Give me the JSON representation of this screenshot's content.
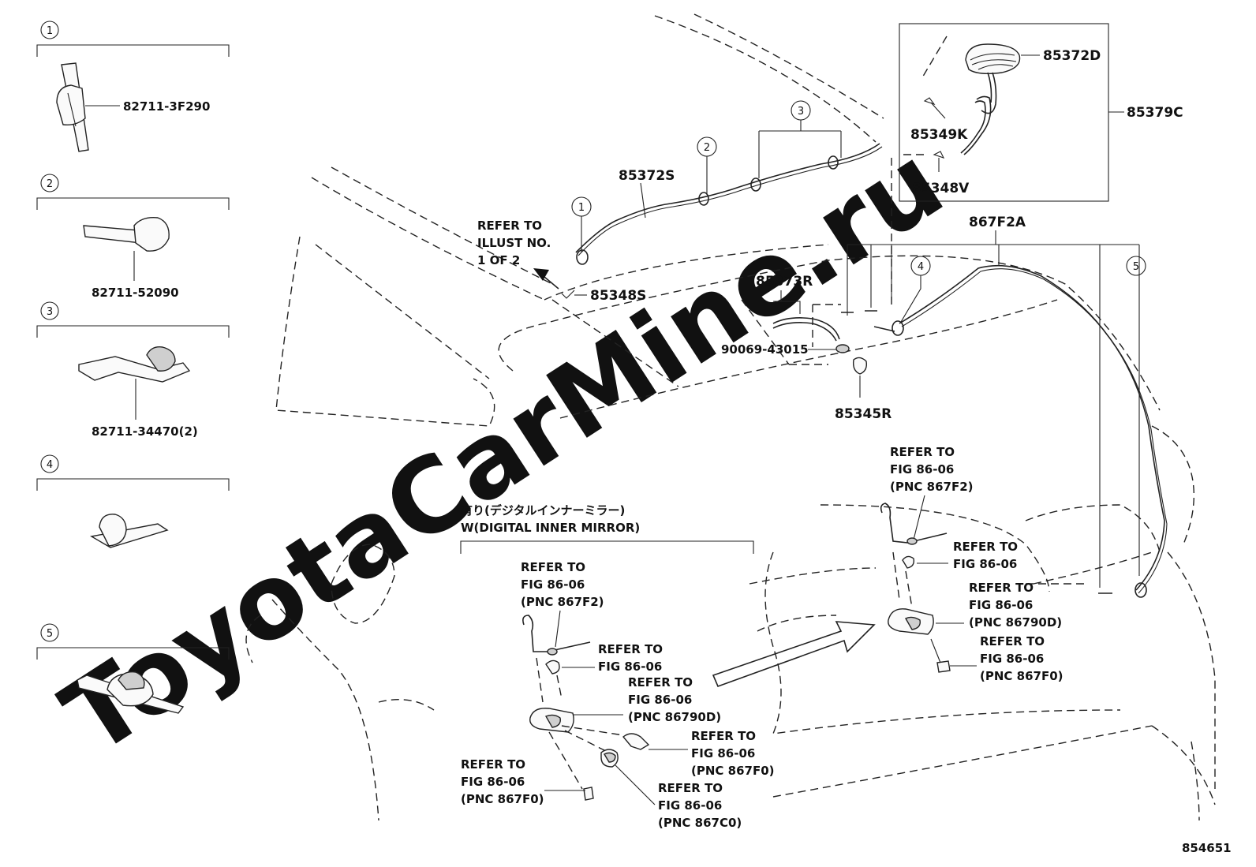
{
  "watermark": "ToyotaCarMine.ru",
  "figure_number": "854651",
  "legend": [
    {
      "num": "1",
      "part": "82711-3F290"
    },
    {
      "num": "2",
      "part": "82711-52090"
    },
    {
      "num": "3",
      "part": "82711-34470(2)"
    },
    {
      "num": "4",
      "part": ""
    },
    {
      "num": "5",
      "part": ""
    }
  ],
  "callouts": {
    "c1": "1",
    "c2": "2",
    "c3": "3",
    "c4": "4",
    "c5": "5"
  },
  "parts": {
    "p85372S": "85372S",
    "p85348S": "85348S",
    "p85373R": "85373R",
    "p90069": "90069-43015",
    "p85345R": "85345R",
    "p867F2A": "867F2A",
    "p85372D": "85372D",
    "p85349K": "85349K",
    "p85348V": "85348V",
    "p85379C": "85379C"
  },
  "refer_illust": [
    "REFER TO",
    "ILLUST NO.",
    "1 OF 2"
  ],
  "variant": {
    "jp": "有り(デジタルインナーミラー)",
    "en": "W(DIGITAL INNER MIRROR)"
  },
  "refers_right": {
    "r1": [
      "REFER TO",
      "FIG 86-06",
      "(PNC 867F2)"
    ],
    "r2": [
      "REFER TO",
      "FIG 86-06"
    ],
    "r3": [
      "REFER TO",
      "FIG 86-06",
      "(PNC 86790D)"
    ],
    "r4": [
      "REFER TO",
      "FIG 86-06",
      "(PNC 867F0)"
    ]
  },
  "refers_left": {
    "l1": [
      "REFER TO",
      "FIG 86-06",
      "(PNC 867F2)"
    ],
    "l2": [
      "REFER TO",
      "FIG 86-06"
    ],
    "l3": [
      "REFER TO",
      "FIG 86-06",
      "(PNC 86790D)"
    ],
    "l4": [
      "REFER TO",
      "FIG 86-06",
      "(PNC 867F0)"
    ],
    "l5": [
      "REFER TO",
      "FIG 86-06",
      "(PNC 867F0)"
    ],
    "l6": [
      "REFER TO",
      "FIG 86-06",
      "(PNC 867C0)"
    ]
  }
}
